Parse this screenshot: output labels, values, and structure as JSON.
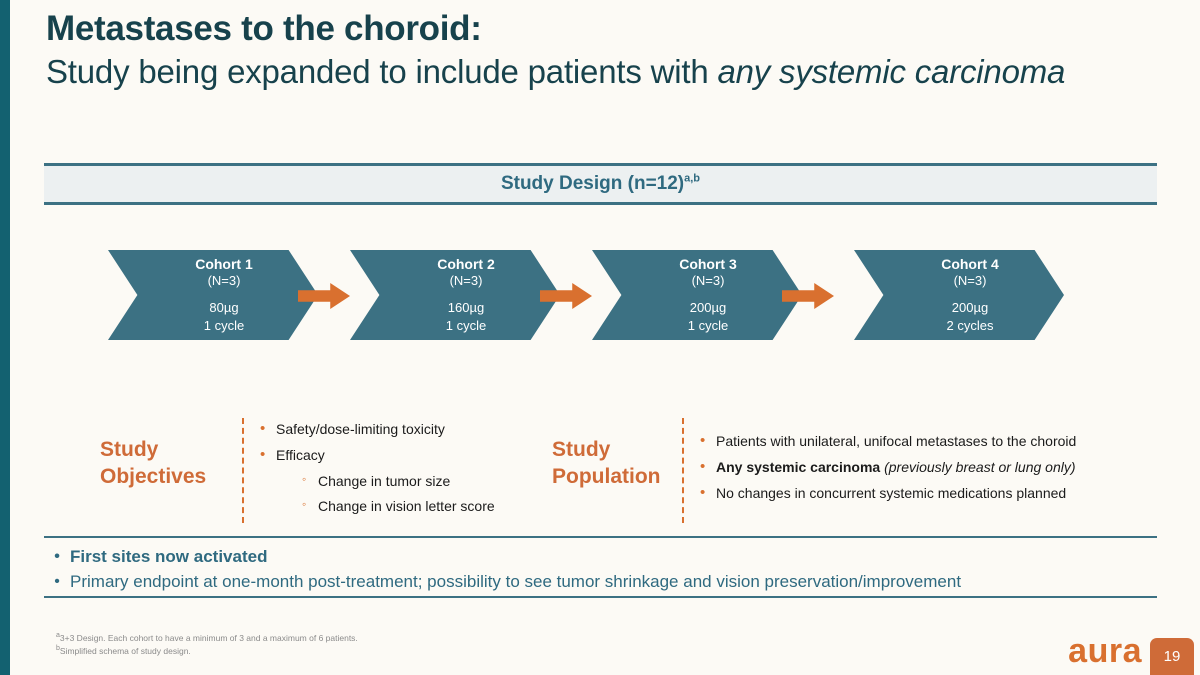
{
  "slide": {
    "title_line1": "Metastases to the choroid:",
    "title_line2_plain": "Study being expanded to include patients with ",
    "title_line2_italic": "any systemic carcinoma"
  },
  "panel": {
    "title": "Study Design (n=12)",
    "superscript": "a,b"
  },
  "flow": {
    "cohorts": [
      {
        "name": "Cohort 1",
        "n": "(N=3)",
        "dose": "80µg",
        "cycles": "1 cycle"
      },
      {
        "name": "Cohort 2",
        "n": "(N=3)",
        "dose": "160µg",
        "cycles": "1 cycle"
      },
      {
        "name": "Cohort 3",
        "n": "(N=3)",
        "dose": "200µg",
        "cycles": "1 cycle"
      },
      {
        "name": "Cohort 4",
        "n": "(N=3)",
        "dose": "200µg",
        "cycles": "2 cycles"
      }
    ],
    "connector_icon": "arrow-right-icon"
  },
  "objectives": {
    "heading_line1": "Study",
    "heading_line2": "Objectives",
    "items": [
      {
        "text": "Safety/dose-limiting toxicity",
        "level": 1
      },
      {
        "text": "Efficacy",
        "level": 1
      },
      {
        "text": "Change in tumor size",
        "level": 2
      },
      {
        "text": "Change in vision letter score",
        "level": 2
      }
    ]
  },
  "population": {
    "heading_line1": "Study",
    "heading_line2": "Population",
    "items": [
      {
        "text": "Patients with unilateral, unifocal metastases to the choroid",
        "bold": "",
        "italic": ""
      },
      {
        "text": "",
        "bold": "Any systemic carcinoma",
        "italic": " (previously breast or lung only)"
      },
      {
        "text": "No changes in concurrent systemic medications planned",
        "bold": "",
        "italic": ""
      }
    ]
  },
  "takeaways": [
    {
      "text": "First sites now activated",
      "strong": true
    },
    {
      "text": "Primary endpoint at one-month post-treatment; possibility to see tumor shrinkage and vision preservation/improvement",
      "strong": false
    }
  ],
  "footnotes": {
    "a_marker": "a",
    "a_text": "3+3 Design. Each cohort to have a minimum of 3 and a maximum of 6 patients.",
    "b_marker": "b",
    "b_text": "Simplified schema of study design."
  },
  "branding": {
    "logo_text": "aura",
    "page_number": "19"
  },
  "colors": {
    "background": "#FCFAF5",
    "edge_bar": "#136170",
    "teal_dark": "#17424C",
    "teal_mid": "#3C7183",
    "teal_text": "#2F6A80",
    "orange": "#D9702F",
    "orange_head": "#CF6B38",
    "panel_bg": "#ECF0F1"
  }
}
